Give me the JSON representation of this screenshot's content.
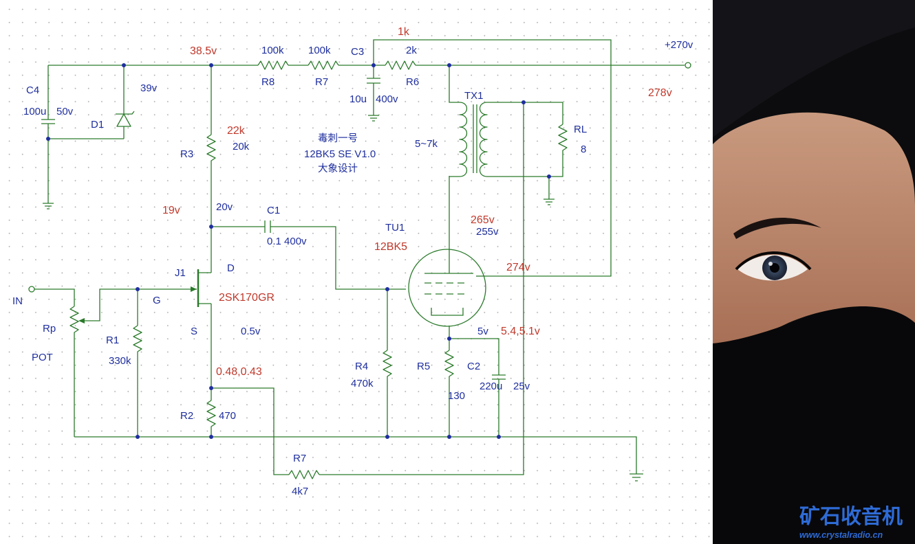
{
  "schematic": {
    "title": {
      "line1": "毒刺一号",
      "line2": "12BK5 SE V1.0",
      "line3": "大象设计"
    },
    "labels": {
      "c4": "C4",
      "c4_val": "100u",
      "c4_volt": "50v",
      "d1": "D1",
      "d1_volt": "39v",
      "r8": "R8",
      "r8_val": "100k",
      "r7_top": "R7",
      "r7_top_val": "100k",
      "c3": "C3",
      "c3_val": "10u",
      "c3_volt": "400v",
      "r6": "R6",
      "r6_val": "2k",
      "r_top_val": "1k",
      "supply": "+270v",
      "tx1": "TX1",
      "tx1_imp": "5~7k",
      "rl": "RL",
      "rl_val": "8",
      "r3": "R3",
      "r3_val_alt": "22k",
      "r3_val": "20k",
      "c1": "C1",
      "c1_val": "0.1 400v",
      "tu1": "TU1",
      "tu1_type": "12BK5",
      "j1": "J1",
      "j1_d": "D",
      "j1_g": "G",
      "j1_s": "S",
      "j1_type": "2SK170GR",
      "in": "IN",
      "rp": "Rp",
      "pot": "POT",
      "r1": "R1",
      "r1_val": "330k",
      "r2": "R2",
      "r2_val": "470",
      "r4": "R4",
      "r4_val": "470k",
      "r5": "R5",
      "r5_val": "130",
      "c2": "C2",
      "c2_val": "220u",
      "c2_volt": "25v",
      "r7_fb": "R7",
      "r7_fb_val": "4k7"
    },
    "voltages": {
      "node_38v": "38.5v",
      "supply_meas": "278v",
      "drain_blue": "20v",
      "drain_red": "19v",
      "source_blue": "0.5v",
      "source_red": "0.48,0.43",
      "plate_red": "265v",
      "plate_blue": "255v",
      "screen_red": "274v",
      "cathode_blue": "5v",
      "cathode_red": "5.4,5.1v"
    },
    "colors": {
      "wire": "#2a7a2a",
      "label": "#1f2f9e",
      "measured": "#c0392b",
      "grid_dot": "#b0b0b0"
    }
  },
  "photo": {
    "subject": "woman-in-black-hijab-veil",
    "watermark": {
      "site_name": "矿石收音机",
      "url": "www.crystalradio.cn",
      "color": "#2e6bd6"
    }
  }
}
